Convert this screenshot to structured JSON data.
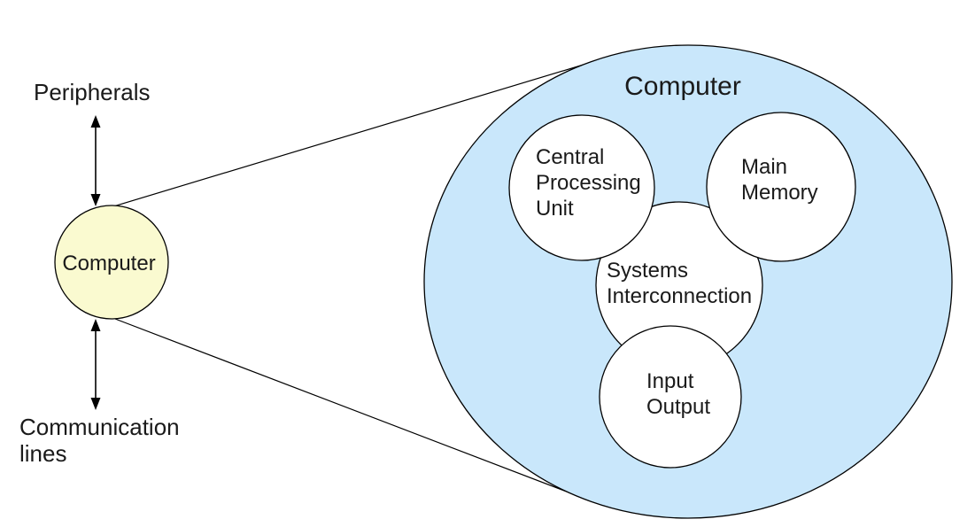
{
  "diagram": {
    "left_view": {
      "peripherals_label": "Peripherals",
      "computer_label": "Computer",
      "communication_label_line1": "Communication",
      "communication_label_line2": "lines"
    },
    "zoomed_view": {
      "title": "Computer",
      "cpu": {
        "line1": "Central",
        "line2": "Processing",
        "line3": "Unit"
      },
      "main_memory": {
        "line1": "Main",
        "line2": "Memory"
      },
      "systems_interconnection": {
        "line1": "Systems",
        "line2": "Interconnection"
      },
      "input_output": {
        "line1": "Input",
        "line2": "Output"
      }
    },
    "colors": {
      "zoomed_circle_fill": "#c9e7fb",
      "small_circle_fill": "#fafad0",
      "circle_inner_fill": "#ffffff",
      "outline": "#000000",
      "text": "#1a1a1a",
      "background": "#ffffff"
    }
  }
}
